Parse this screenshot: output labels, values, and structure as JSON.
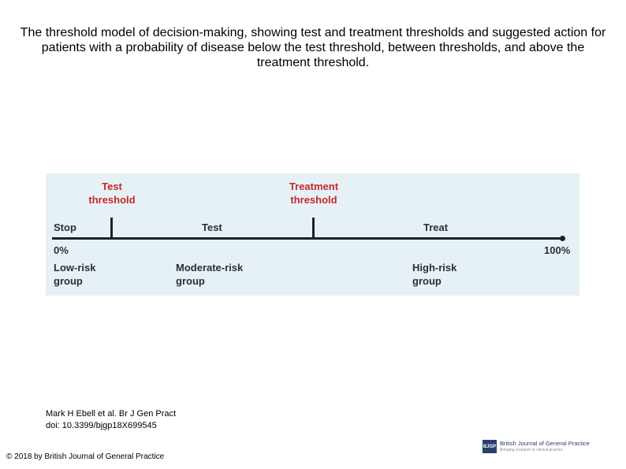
{
  "title": "The threshold model of decision-making, showing test and treatment thresholds and suggested action for patients with a probability of disease below the test threshold, between thresholds, and above the treatment threshold.",
  "diagram": {
    "test_threshold": [
      "Test",
      "threshold"
    ],
    "treatment_threshold": [
      "Treatment",
      "threshold"
    ],
    "actions": {
      "stop": "Stop",
      "test": "Test",
      "treat": "Treat"
    },
    "scale": {
      "min": "0%",
      "max": "100%"
    },
    "groups": {
      "low": [
        "Low-risk",
        "group"
      ],
      "moderate": [
        "Moderate-risk",
        "group"
      ],
      "high": [
        "High-risk",
        "group"
      ]
    },
    "colors": {
      "threshold_label": "#c8262d",
      "panel_background": "#e6f1f5",
      "axis": "#1f1f2e"
    }
  },
  "credit": {
    "authors": "Mark H Ebell et al. Br J Gen Pract",
    "doi": "doi: 10.3399/bjgp18X699545"
  },
  "copyright": "© 2018 by British Journal of General Practice",
  "footer_logo": {
    "badge": "BJGP",
    "name": "British Journal of General Practice",
    "tagline": "Bringing research to clinical practice"
  }
}
